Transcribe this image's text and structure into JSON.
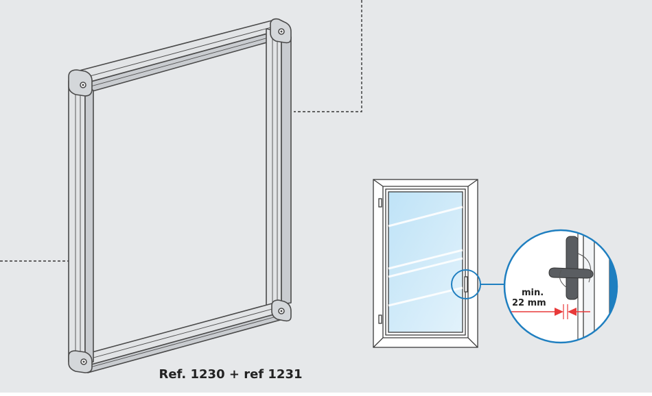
{
  "colors": {
    "background_panel": "#e6e8ea",
    "frame_face": "#e2e4e6",
    "frame_side": "#c9ccd0",
    "frame_outline": "#4a4a4a",
    "glass": "#cfe9f8",
    "callout_blue": "#1f7fc0",
    "arrow_red": "#e83a3a"
  },
  "product": {
    "reference_label": "Ref. 1230 + ref 1231"
  },
  "detail": {
    "min_label": "min.",
    "distance_label": "22 mm"
  }
}
